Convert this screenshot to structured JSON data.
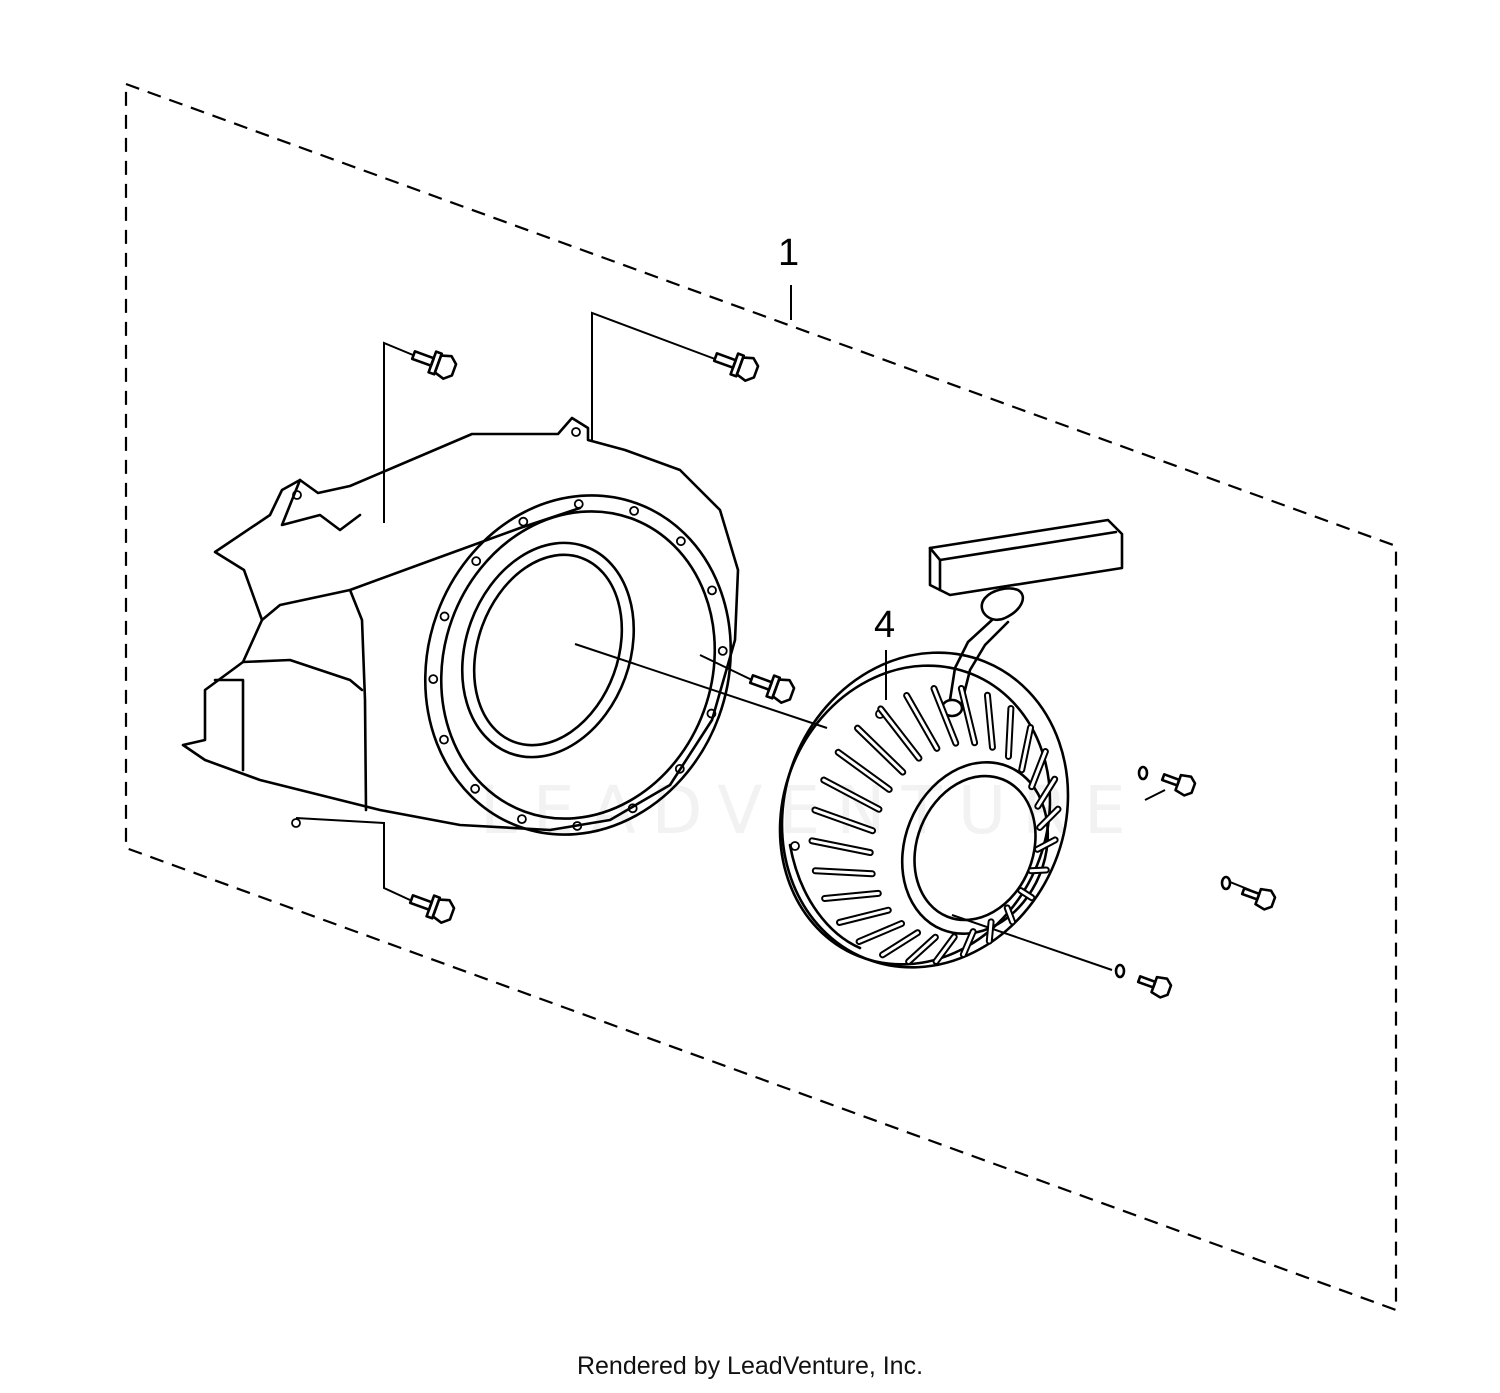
{
  "diagram": {
    "callouts": {
      "assembly": "1",
      "recoil_starter": "4"
    },
    "watermark": "LEADVENTURE",
    "footer": "Rendered by LeadVenture, Inc."
  },
  "colors": {
    "line": "#000000",
    "background": "#ffffff",
    "watermark": "#f2f2f2"
  }
}
